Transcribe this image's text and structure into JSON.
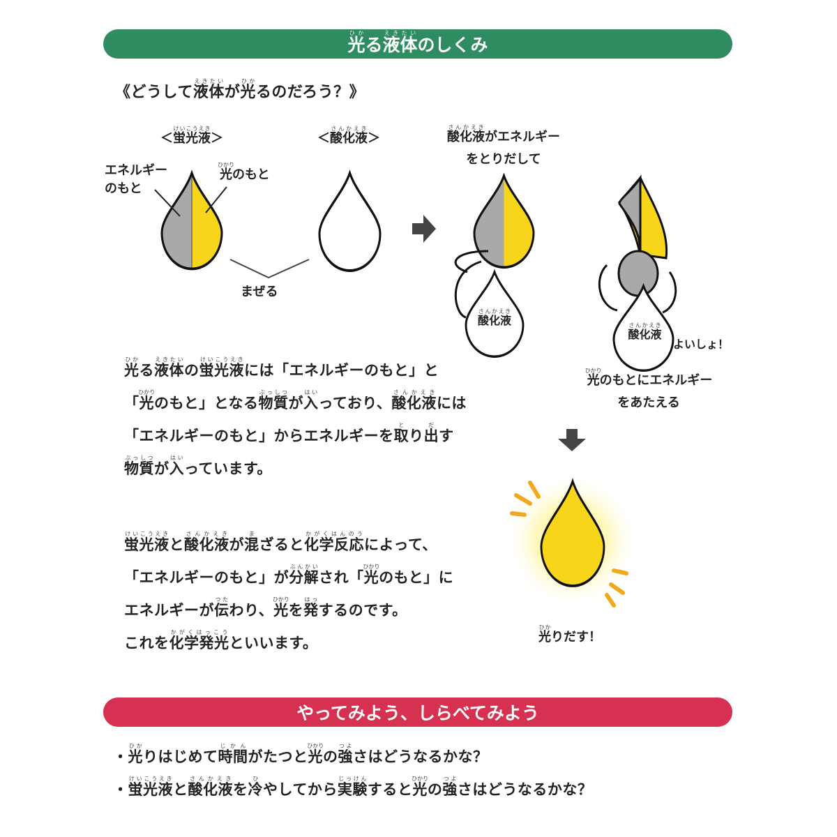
{
  "colors": {
    "green_bar": "#2f8b60",
    "red_bar": "#d63150",
    "yellow": "#f7d51a",
    "gray": "#a9a9a7",
    "arrow": "#444444",
    "ray": "#f2a81d",
    "glow": "#fff6a0"
  },
  "header": {
    "title": [
      [
        "光",
        "ひか"
      ],
      "る",
      [
        "液体",
        "えきたい"
      ],
      "のしくみ"
    ]
  },
  "question": [
    "《どうして",
    [
      "液体",
      "えきたい"
    ],
    "が",
    [
      "光",
      "ひか"
    ],
    "るのだろう？》"
  ],
  "diagram": {
    "fluorescent_label": [
      "＜",
      [
        "蛍光液",
        "けいこうえき"
      ],
      "＞"
    ],
    "oxidizer_label": [
      "＜",
      [
        "酸化液",
        "さんかえき"
      ],
      "＞"
    ],
    "energy_source_label": [
      [
        "エネルギー"
      ],
      [
        "のもと"
      ]
    ],
    "light_source_label": [
      [
        "光",
        "ひかり"
      ],
      "のもと"
    ],
    "mix_label": [
      "まぜる"
    ],
    "extract_caption": [
      [
        [
          "酸化液",
          "さんかえき"
        ],
        "がエネルギー"
      ],
      [
        "をとりだして"
      ]
    ],
    "drop_oxidizer_1": [
      [
        "酸化液",
        "さんかえき"
      ]
    ],
    "drop_oxidizer_2": [
      [
        "酸化液",
        "さんかえき"
      ]
    ],
    "heave": [
      "よいしょ！"
    ],
    "give_caption": [
      [
        [
          "光",
          "ひかり"
        ],
        "のもとにエネルギー"
      ],
      [
        "をあたえる"
      ]
    ],
    "shine_label": [
      [
        "光",
        "ひか"
      ],
      "りだす！"
    ],
    "icons": [
      "arrow-right-icon",
      "arrow-down-icon",
      "glow-rays-icon"
    ]
  },
  "paragraph1": [
    [
      [
        "光",
        "ひか"
      ],
      "る",
      [
        "液体",
        "えきたい"
      ],
      "の",
      [
        "蛍光液",
        "けいこうえき"
      ],
      "には「エネルギーのもと」と"
    ],
    [
      "「",
      [
        "光",
        "ひかり"
      ],
      "のもと」となる",
      [
        "物質",
        "ぶっしつ"
      ],
      "が",
      [
        "入",
        "はい"
      ],
      "っており、",
      [
        "酸化液",
        "さんかえき"
      ],
      "には"
    ],
    [
      "「エネルギーのもと」からエネルギーを",
      [
        "取",
        "と"
      ],
      "り",
      [
        "出",
        "だ"
      ],
      "す"
    ],
    [
      [
        "物質",
        "ぶっしつ"
      ],
      "が",
      [
        "入",
        "はい"
      ],
      "っています。"
    ]
  ],
  "paragraph2": [
    [
      [
        "蛍光液",
        "けいこうえき"
      ],
      "と",
      [
        "酸化液",
        "さんかえき"
      ],
      "が",
      [
        "混",
        "ま"
      ],
      "ざると",
      [
        "化学反応",
        "かがくはんのう"
      ],
      "によって、"
    ],
    [
      "「エネルギーのもと」が",
      [
        "分解",
        "ぶんかい"
      ],
      "され「",
      [
        "光",
        "ひかり"
      ],
      "のもと」に"
    ],
    [
      "エネルギーが",
      [
        "伝",
        "つた"
      ],
      "わり、",
      [
        "光",
        "ひかり"
      ],
      "を",
      [
        "発",
        "はっ"
      ],
      "するのです。"
    ],
    [
      "これを",
      [
        "化学発光",
        "かがくはっこう"
      ],
      "といいます。"
    ]
  ],
  "section2": {
    "title": [
      "やってみよう、しらべてみよう"
    ],
    "items": [
      [
        "・",
        [
          "光",
          "ひか"
        ],
        "りはじめて",
        [
          "時間",
          "じかん"
        ],
        "がたつと",
        [
          "光",
          "ひかり"
        ],
        "の",
        [
          "強",
          "つよ"
        ],
        "さはどうなるかな？"
      ],
      [
        "・",
        [
          "蛍光液",
          "けいこうえき"
        ],
        "と",
        [
          "酸化液",
          "さんかえき"
        ],
        "を",
        [
          "冷",
          "ひ"
        ],
        "やしてから",
        [
          "実験",
          "じっけん"
        ],
        "すると",
        [
          "光",
          "ひかり"
        ],
        "の",
        [
          "強",
          "つよ"
        ],
        "さはどうなるかな？"
      ]
    ]
  }
}
